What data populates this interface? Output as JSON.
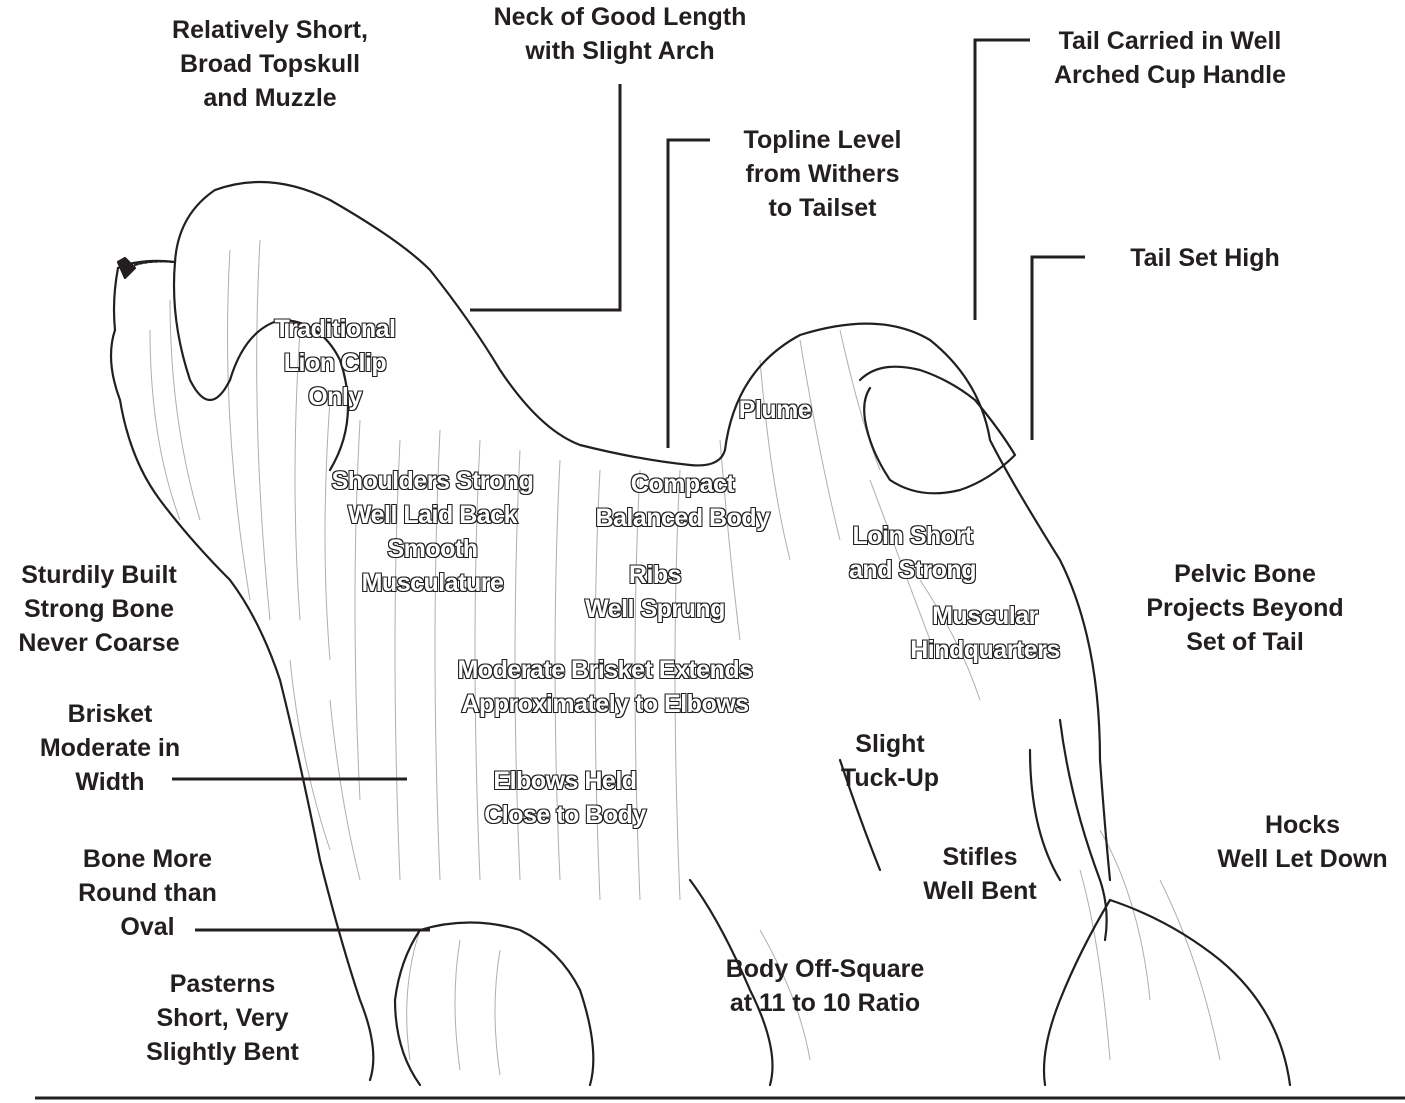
{
  "diagram": {
    "callouts": {
      "topskull": [
        "Relatively Short,",
        "Broad Topskull",
        "and Muzzle"
      ],
      "neck": [
        "Neck of Good Length",
        "with Slight Arch"
      ],
      "topline": [
        "Topline Level",
        "from Withers",
        "to Tailset"
      ],
      "tail_carried": [
        "Tail Carried in Well",
        "Arched Cup Handle"
      ],
      "tail_set": [
        "Tail Set High"
      ],
      "sturdily": [
        "Sturdily Built",
        "Strong Bone",
        "Never Coarse"
      ],
      "brisket_width": [
        "Brisket",
        "Moderate in",
        "Width"
      ],
      "bone_round": [
        "Bone More",
        "Round than",
        "Oval"
      ],
      "pasterns": [
        "Pasterns",
        "Short, Very",
        "Slightly Bent"
      ],
      "pelvic": [
        "Pelvic Bone",
        "Projects Beyond",
        "Set of Tail"
      ],
      "tuck_up": [
        "Slight",
        "Tuck-Up"
      ],
      "stifles": [
        "Stifles",
        "Well Bent"
      ],
      "hocks": [
        "Hocks",
        "Well Let Down"
      ],
      "body_square": [
        "Body Off-Square",
        "at 11 to 10 Ratio"
      ]
    },
    "inner_labels": {
      "lion_clip": [
        "Traditional",
        "Lion Clip",
        "Only"
      ],
      "plume": [
        "Plume"
      ],
      "shoulders": [
        "Shoulders Strong",
        "Well Laid Back",
        "Smooth",
        "Musculature"
      ],
      "compact": [
        "Compact",
        "Balanced Body"
      ],
      "ribs": [
        "Ribs",
        "Well Sprung"
      ],
      "loin": [
        "Loin Short",
        "and Strong"
      ],
      "muscular": [
        "Muscular",
        "Hindquarters"
      ],
      "brisket_extends": [
        "Moderate Brisket Extends",
        "Approximately to Elbows"
      ],
      "elbows": [
        "Elbows Held",
        "Close to Body"
      ]
    },
    "colors": {
      "ink": "#231f20",
      "sketch": "#9a9a9a",
      "background": "#ffffff"
    }
  }
}
